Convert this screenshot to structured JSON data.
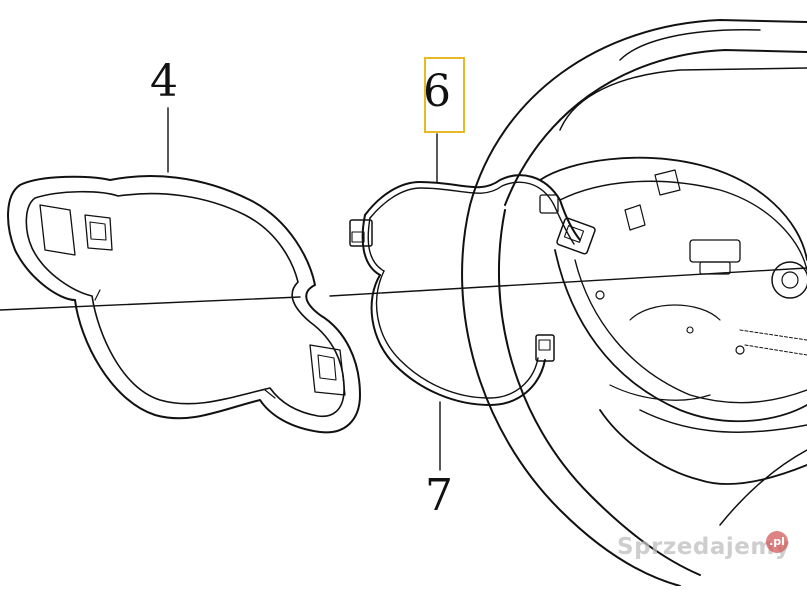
{
  "callouts": {
    "part_4": "4",
    "part_6": "6",
    "part_7": "7"
  },
  "highlight": {
    "color": "#e8b825",
    "target": "6"
  },
  "watermark": {
    "text": "Sprzedajemy",
    "suffix": ".pl"
  }
}
